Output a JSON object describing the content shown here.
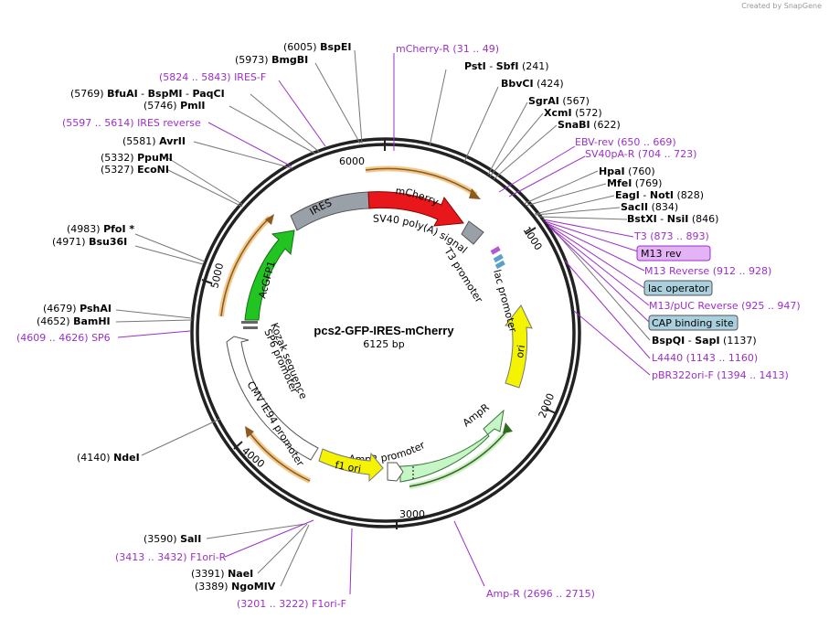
{
  "credit": "Created by SnapGene",
  "plasmid": {
    "name": "pcs2-GFP-IRES-mCherry",
    "size": "6125 bp"
  },
  "ticks": [
    "1000",
    "2000",
    "3000",
    "4000",
    "5000",
    "6000"
  ],
  "features": [
    {
      "label": "IRES",
      "fill": "#9aa0a8"
    },
    {
      "label": "mCherry",
      "fill": "#e8171b"
    },
    {
      "label": "AcGFP1",
      "fill": "#22c422"
    },
    {
      "label": "ori",
      "fill": "#f4f400"
    },
    {
      "label": "AmpR",
      "fill": "#c6f5c6"
    },
    {
      "label": "f1 ori",
      "fill": "#f4f400"
    },
    {
      "label": "SV40 poly(A) signal"
    },
    {
      "label": "T3 promoter"
    },
    {
      "label": "lac promoter"
    },
    {
      "label": "Kozak sequence"
    },
    {
      "label": "SP6 promoter"
    },
    {
      "label": "CMV IE94 promoter"
    },
    {
      "label": "AmpR promoter"
    }
  ],
  "enzymes": {
    "BspEI": {
      "pos": "(6005)",
      "name": "BspEI"
    },
    "BmgBI": {
      "pos": "(5973)",
      "name": "BmgBI"
    },
    "IRES_F": {
      "range": "(5824 .. 5843)",
      "name": "IRES-F"
    },
    "BfuAI": {
      "pos": "(5769)",
      "name": "BfuAI",
      "name2": "BspMI",
      "name3": "PaqCI"
    },
    "PmlI": {
      "pos": "(5746)",
      "name": "PmlI"
    },
    "IRES_rev": {
      "range": "(5597 .. 5614)",
      "name": "IRES reverse"
    },
    "AvrII": {
      "pos": "(5581)",
      "name": "AvrII"
    },
    "PpuMI": {
      "pos": "(5332)",
      "name": "PpuMI"
    },
    "EcoNI": {
      "pos": "(5327)",
      "name": "EcoNI"
    },
    "PfoI": {
      "pos": "(4983)",
      "name": "PfoI *"
    },
    "Bsu36I": {
      "pos": "(4971)",
      "name": "Bsu36I"
    },
    "PshAI": {
      "pos": "(4679)",
      "name": "PshAI"
    },
    "BamHI": {
      "pos": "(4652)",
      "name": "BamHI"
    },
    "SP6": {
      "range": "(4609 .. 4626)",
      "name": "SP6"
    },
    "NdeI": {
      "pos": "(4140)",
      "name": "NdeI"
    },
    "SalI": {
      "pos": "(3590)",
      "name": "SalI"
    },
    "F1ori_R": {
      "range": "(3413 .. 3432)",
      "name": "F1ori-R"
    },
    "NaeI": {
      "pos": "(3391)",
      "name": "NaeI"
    },
    "NgoMIV": {
      "pos": "(3389)",
      "name": "NgoMIV"
    },
    "F1ori_F": {
      "range": "(3201 .. 3222)",
      "name": "F1ori-F"
    },
    "mCherry_R": {
      "range": "(31 .. 49)",
      "name": "mCherry-R"
    },
    "PstI": {
      "pos": "(241)",
      "name": "PstI",
      "name2": "SbfI"
    },
    "BbvCI": {
      "pos": "(424)",
      "name": "BbvCI"
    },
    "SgrAI": {
      "pos": "(567)",
      "name": "SgrAI"
    },
    "XcmI": {
      "pos": "(572)",
      "name": "XcmI"
    },
    "SnaBI": {
      "pos": "(622)",
      "name": "SnaBI"
    },
    "EBV_rev": {
      "range": "(650 .. 669)",
      "name": "EBV-rev"
    },
    "SV40pA_R": {
      "range": "(704 .. 723)",
      "name": "SV40pA-R"
    },
    "HpaI": {
      "pos": "(760)",
      "name": "HpaI"
    },
    "MfeI": {
      "pos": "(769)",
      "name": "MfeI"
    },
    "EagI": {
      "pos": "(828)",
      "name": "EagI",
      "name2": "NotI"
    },
    "SacII": {
      "pos": "(834)",
      "name": "SacII"
    },
    "BstXI": {
      "pos": "(846)",
      "name": "BstXI",
      "name2": "NsiI"
    },
    "T3": {
      "range": "(873 .. 893)",
      "name": "T3"
    },
    "M13rev": {
      "name": "M13 rev"
    },
    "M13Reverse": {
      "range": "(912 .. 928)",
      "name": "M13 Reverse"
    },
    "lacop": {
      "name": "lac operator"
    },
    "M13pUC": {
      "range": "(925 .. 947)",
      "name": "M13/pUC Reverse"
    },
    "CAP": {
      "name": "CAP binding site"
    },
    "BspQI": {
      "pos": "(1137)",
      "name": "BspQI",
      "name2": "SapI"
    },
    "L4440": {
      "range": "(1143 .. 1160)",
      "name": "L4440"
    },
    "pBR322": {
      "range": "(1394 .. 1413)",
      "name": "pBR322ori-F"
    },
    "AmpR_p": {
      "range": "(2696 .. 2715)",
      "name": "Amp-R"
    }
  }
}
